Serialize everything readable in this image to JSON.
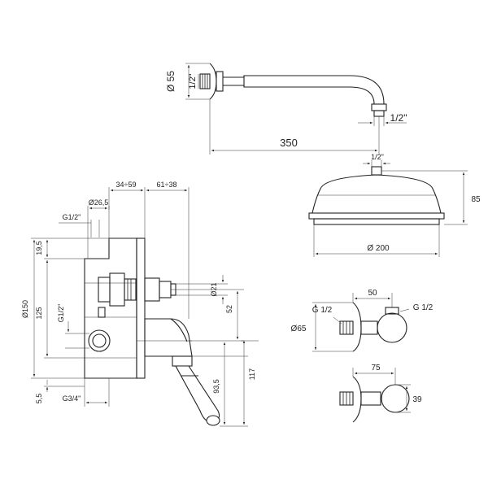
{
  "shower_arm": {
    "label_dia": "Ø 55",
    "label_thread_left": "1/2\"",
    "label_thread_right": "1/2\"",
    "label_length": "350"
  },
  "shower_head": {
    "label_thread": "1/2\"",
    "label_height": "85",
    "label_dia": "Ø 200"
  },
  "mixer": {
    "label_range1": "34÷59",
    "label_range2": "61÷38",
    "label_dia265": "Ø26,5",
    "label_g12_top": "G1/2\"",
    "label_195": "19,5",
    "label_d150": "Ø150",
    "label_125": "125",
    "label_g12_side": "G1/2\"",
    "label_d21": "Ø21",
    "label_52": "52",
    "label_935": "93,5",
    "label_117": "117",
    "label_55": "5,5",
    "label_g34": "G3/4\""
  },
  "elbow1": {
    "label_50": "50",
    "label_g12_left": "G 1/2",
    "label_g12_right": "G 1/2",
    "label_d65": "Ø65"
  },
  "elbow2": {
    "label_75": "75",
    "label_39": "39"
  }
}
